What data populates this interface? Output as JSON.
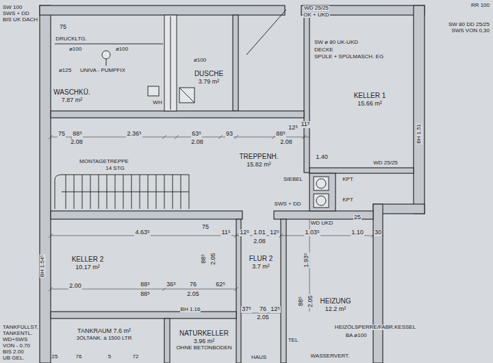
{
  "diagram": {
    "nodes": [
      {
        "text": [
          "WASCHKÜ.",
          "7.87 m²"
        ]
      },
      {
        "text": [
          "DUSCHE",
          "3.79 m²"
        ]
      },
      {
        "text": [
          "KELLER 1",
          "15.66 m²"
        ]
      },
      {
        "text": [
          "TREPPENH.",
          "15.82 m²"
        ]
      },
      {
        "text": [
          "KELLER 2",
          "10.17 m²"
        ]
      },
      {
        "text": [
          "FLUR 2",
          "3.7 m²"
        ]
      },
      {
        "text": [
          "HEIZUNG",
          "12.2 m²"
        ]
      },
      {
        "text": [
          "TANKRAUM 7.6 m²",
          "3ÖLTANK. à 1500 LTR"
        ]
      },
      {
        "text": [
          "NATURKELLER",
          "3.96 m²",
          "OHNE BETONBODEN"
        ]
      }
    ],
    "labels": [
      "SW 100",
      "SWS + DD",
      "BIS UK DACH",
      "75",
      "DRUCKLTG.",
      "ø100",
      "ø100",
      "ø125",
      "UNIVA - PUMPFIX",
      "ø100",
      "WH",
      "WD 25/25",
      "OK + UKD",
      "RR 100",
      "SW 80 DD 25/25",
      "SWS VON 0,30",
      "SW ø 80 UK-UKD",
      "DECKE",
      "SPÜLE + SPÜLMASCH. EG",
      "BH 1.51",
      "75",
      "88⁵",
      "2.36⁵",
      "63⁵",
      "93",
      "88⁵",
      "12⁵",
      "11⁵",
      "2.08",
      "2.08",
      "2.08",
      "MONTAGETREPPE",
      "14 STG",
      "1.40",
      "WD 25/25",
      "SIEBEL",
      "KPT",
      "KPT",
      "SWS + DD",
      "WD UKD",
      "25",
      "4.63⁵",
      "75",
      "11⁵",
      "12⁵",
      "1.01",
      "12⁵",
      "2.08",
      "1.03⁵",
      "1.10",
      "30",
      "BH 1.54⁵",
      "88⁵",
      "2.05",
      "1.93⁵",
      "2.00",
      "88⁵",
      "36⁵",
      "76",
      "62⁵",
      "88⁵",
      "2.05",
      "88⁵",
      "2.05",
      "BH 1.16",
      "37⁵",
      "76",
      "12⁵",
      "2.05",
      "TANKFÜLLST.",
      "TANKENTL.",
      "WD+SWS",
      "VON - 0.70",
      "BIS 2.00",
      "UB GEL.",
      "HEIZÖLSPERRE/FABR.KESSEL",
      "BA ø100",
      "TEL",
      "HAUS",
      "WASSERVERT.",
      "25",
      "76",
      "5",
      "72"
    ]
  }
}
